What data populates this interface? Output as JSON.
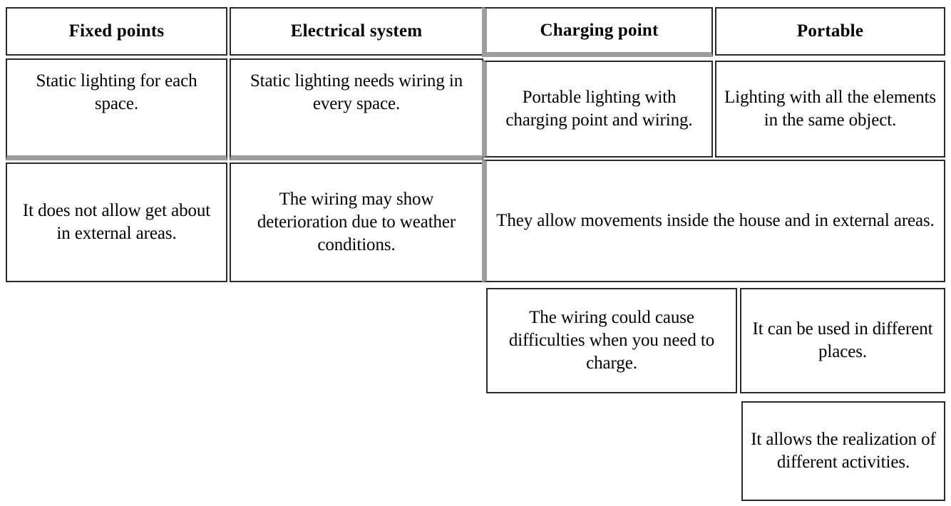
{
  "table": {
    "columns": [
      {
        "key": "fixed_points",
        "header": "Fixed points"
      },
      {
        "key": "electrical_system",
        "header": "Electrical system"
      },
      {
        "key": "charging_point",
        "header": "Charging point"
      },
      {
        "key": "portable",
        "header": "Portable"
      }
    ],
    "cells": {
      "fixed_points_desc": "Static lighting for each space.",
      "electrical_system_desc": "Static lighting needs wiring in every space.",
      "charging_point_desc": "Portable lighting with charging point and wiring.",
      "portable_desc": "Lighting with all the elements in the same object.",
      "fixed_points_note": "It does not allow get about in external areas.",
      "electrical_system_note": "The wiring may show deterioration due to weather conditions.",
      "merged_movement_note": "They allow movements inside the house and in external areas.",
      "charging_point_note2": "The wiring could cause difficulties when you need to charge.",
      "portable_note2": "It can be used in different places.",
      "portable_note3": "It allows the realization of different activities."
    }
  },
  "colors": {
    "cell_border": "#2b2b2b",
    "accent_border": "#9d9d9d",
    "background": "#ffffff",
    "text": "#000000"
  }
}
